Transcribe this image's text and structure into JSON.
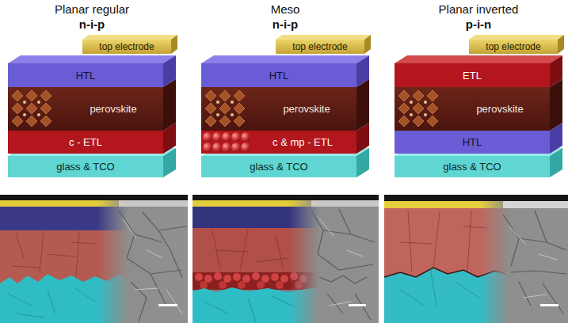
{
  "diagram": {
    "nodes": [
      {
        "text": [
          "top electrode"
        ]
      },
      {
        "text": [
          "HTL"
        ]
      },
      {
        "text": [
          "perovskite"
        ]
      },
      {
        "text": [
          "c - ETL"
        ]
      },
      {
        "text": [
          "glass & TCO"
        ]
      },
      {
        "text": [
          "top electrode"
        ]
      },
      {
        "text": [
          "HTL"
        ]
      },
      {
        "text": [
          "perovskite"
        ]
      },
      {
        "text": [
          "c & mp - ETL"
        ]
      },
      {
        "text": [
          "glass & TCO"
        ]
      },
      {
        "text": [
          "top electrode"
        ]
      },
      {
        "text": [
          "ETL"
        ]
      },
      {
        "text": [
          "perovskite"
        ]
      },
      {
        "text": [
          "HTL"
        ]
      },
      {
        "text": [
          "glass & TCO"
        ]
      }
    ],
    "labels": [
      "Planar regular",
      "n-i-p",
      "Meso",
      "n-i-p",
      "Planar inverted",
      "p-i-n"
    ]
  }
}
